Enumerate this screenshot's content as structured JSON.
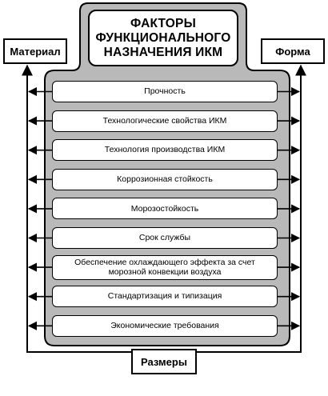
{
  "title": "ФАКТОРЫ ФУНКЦИОНАЛЬНОГО НАЗНАЧЕНИЯ ИКМ",
  "left_label": "Материал",
  "right_label": "Форма",
  "bottom_label": "Размеры",
  "factors": [
    "Прочность",
    "Технологические свойства ИКМ",
    "Технология производства ИКМ",
    "Коррозионная стойкость",
    "Морозостойкость",
    "Срок службы",
    "Обеспечение охлаждающего эффекта за счет морозной конвекции воздуха",
    "Стандартизация и типизация",
    "Экономические требования"
  ],
  "colors": {
    "frame_fill": "#b9b9b9",
    "line": "#000000",
    "box_fill": "#ffffff"
  }
}
